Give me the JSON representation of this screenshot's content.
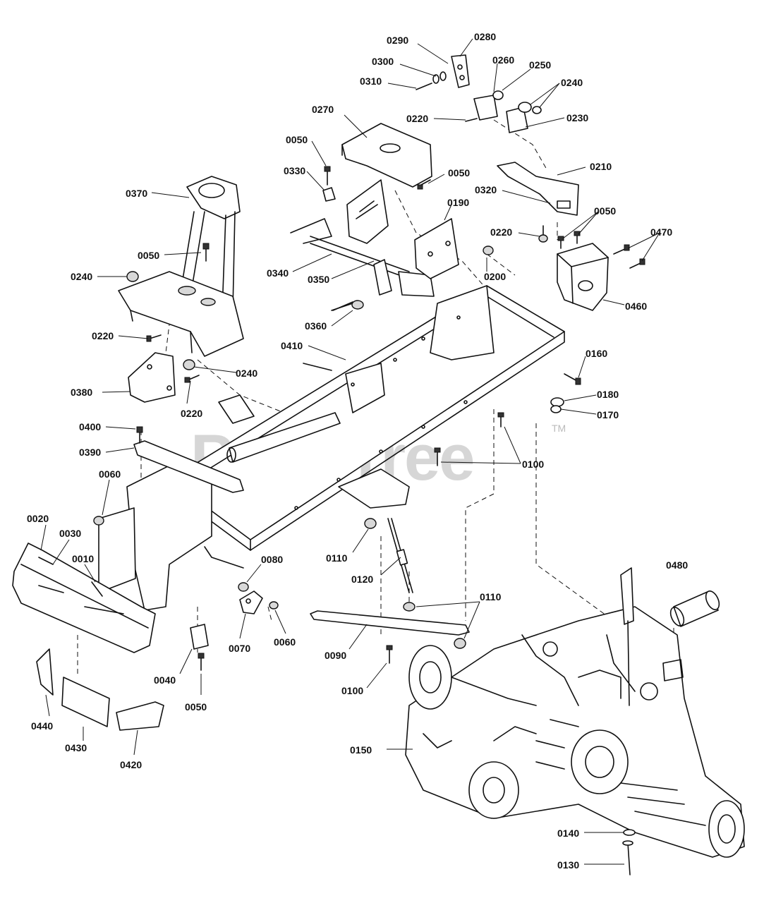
{
  "watermark": {
    "text": "PartsTree",
    "trademark": "TM"
  },
  "callouts": [
    {
      "id": "c0290",
      "text": "0290"
    },
    {
      "id": "c0280",
      "text": "0280"
    },
    {
      "id": "c0300",
      "text": "0300"
    },
    {
      "id": "c0260",
      "text": "0260"
    },
    {
      "id": "c0250",
      "text": "0250"
    },
    {
      "id": "c0310",
      "text": "0310"
    },
    {
      "id": "c0240a",
      "text": "0240"
    },
    {
      "id": "c0270",
      "text": "0270"
    },
    {
      "id": "c0220a",
      "text": "0220"
    },
    {
      "id": "c0230",
      "text": "0230"
    },
    {
      "id": "c0050a",
      "text": "0050"
    },
    {
      "id": "c0330",
      "text": "0330"
    },
    {
      "id": "c0050b",
      "text": "0050"
    },
    {
      "id": "c0210",
      "text": "0210"
    },
    {
      "id": "c0370",
      "text": "0370"
    },
    {
      "id": "c0190",
      "text": "0190"
    },
    {
      "id": "c0320",
      "text": "0320"
    },
    {
      "id": "c0050c",
      "text": "0050"
    },
    {
      "id": "c0220b",
      "text": "0220"
    },
    {
      "id": "c0470",
      "text": "0470"
    },
    {
      "id": "c0050d",
      "text": "0050"
    },
    {
      "id": "c0340",
      "text": "0340"
    },
    {
      "id": "c0200",
      "text": "0200"
    },
    {
      "id": "c0240b",
      "text": "0240"
    },
    {
      "id": "c0350",
      "text": "0350"
    },
    {
      "id": "c0460",
      "text": "0460"
    },
    {
      "id": "c0360",
      "text": "0360"
    },
    {
      "id": "c0220c",
      "text": "0220"
    },
    {
      "id": "c0410",
      "text": "0410"
    },
    {
      "id": "c0160",
      "text": "0160"
    },
    {
      "id": "c0240c",
      "text": "0240"
    },
    {
      "id": "c0380",
      "text": "0380"
    },
    {
      "id": "c0220d",
      "text": "0220"
    },
    {
      "id": "c0180",
      "text": "0180"
    },
    {
      "id": "c0170",
      "text": "0170"
    },
    {
      "id": "c0400",
      "text": "0400"
    },
    {
      "id": "c0390",
      "text": "0390"
    },
    {
      "id": "c0100a",
      "text": "0100"
    },
    {
      "id": "c0060a",
      "text": "0060"
    },
    {
      "id": "c0020",
      "text": "0020"
    },
    {
      "id": "c0030",
      "text": "0030"
    },
    {
      "id": "c0010",
      "text": "0010"
    },
    {
      "id": "c0110a",
      "text": "0110"
    },
    {
      "id": "c0080",
      "text": "0080"
    },
    {
      "id": "c0480",
      "text": "0480"
    },
    {
      "id": "c0120",
      "text": "0120"
    },
    {
      "id": "c0110b",
      "text": "0110"
    },
    {
      "id": "c0070",
      "text": "0070"
    },
    {
      "id": "c0060b",
      "text": "0060"
    },
    {
      "id": "c0090",
      "text": "0090"
    },
    {
      "id": "c0040",
      "text": "0040"
    },
    {
      "id": "c0100b",
      "text": "0100"
    },
    {
      "id": "c0050e",
      "text": "0050"
    },
    {
      "id": "c0440",
      "text": "0440"
    },
    {
      "id": "c0420",
      "text": "0420"
    },
    {
      "id": "c0430",
      "text": "0430"
    },
    {
      "id": "c0150",
      "text": "0150"
    },
    {
      "id": "c0140",
      "text": "0140"
    },
    {
      "id": "c0130",
      "text": "0130"
    }
  ]
}
